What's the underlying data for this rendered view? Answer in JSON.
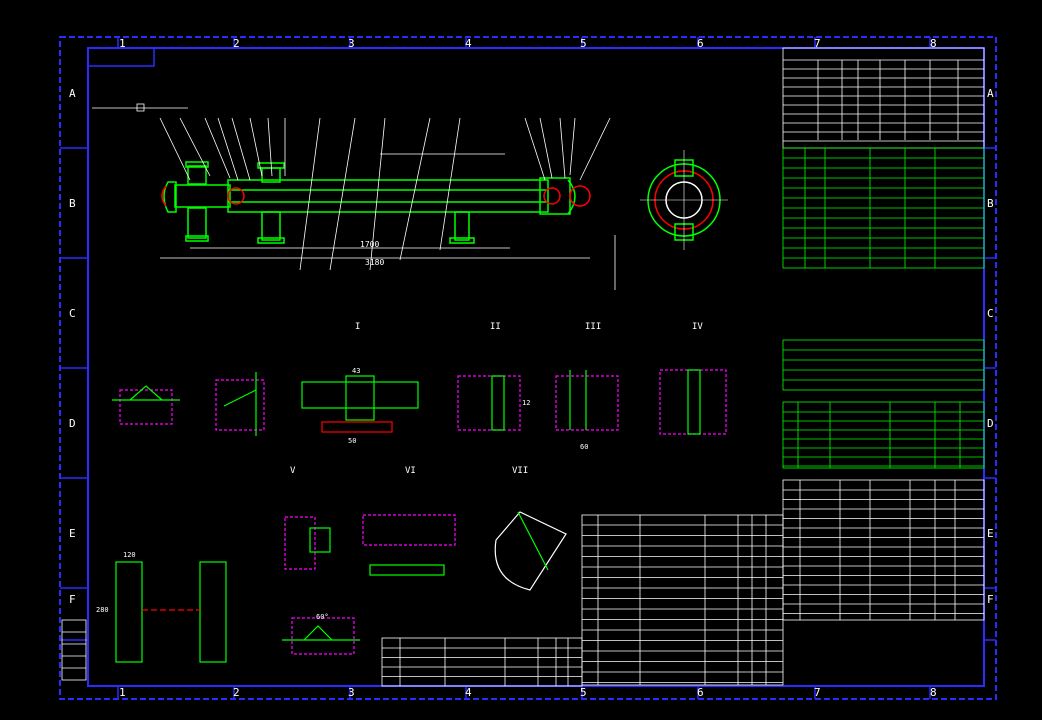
{
  "drawing": {
    "columns": [
      "1",
      "2",
      "3",
      "4",
      "5",
      "6",
      "7",
      "8"
    ],
    "rows": [
      "A",
      "B",
      "C",
      "D",
      "E",
      "F"
    ],
    "section_labels": [
      "I",
      "II",
      "III",
      "IV",
      "V",
      "VI",
      "VII"
    ],
    "dimensions": {
      "overall_length": "3180",
      "center_distance": "1700",
      "section_width": "120",
      "section_height": "280",
      "detail_gap": "43",
      "detail_thk": "12",
      "detail_len": "60",
      "angle": "60°",
      "pipe_d": "50"
    },
    "colors": {
      "background": "#000000",
      "frame": "#2222ff",
      "geometry": "#00ff00",
      "annotation": "#ffffff",
      "hatch": "#ff00ff",
      "accent": "#ff0000",
      "highlight": "#ffff00"
    }
  }
}
